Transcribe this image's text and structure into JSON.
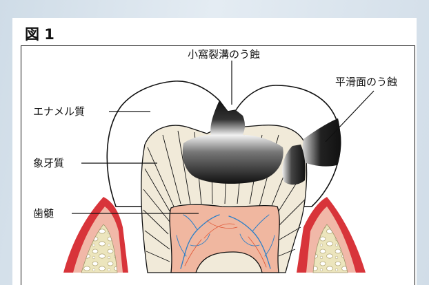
{
  "figure": {
    "title": "図 1"
  },
  "labels": {
    "pit_fissure_caries": "小窩裂溝のう蝕",
    "smooth_surface_caries": "平滑面のう蝕",
    "enamel": "エナメル質",
    "dentin": "象牙質",
    "pulp": "歯髄"
  },
  "colors": {
    "enamel": "#ffffff",
    "dentin": "#f1ead9",
    "pulp": "#f0b7a0",
    "gum": "#d8343a",
    "gum_inner": "#f1b8a8",
    "bone": "#ece5bd",
    "caries": "#1a1a1a",
    "vessels": "#2a7fc8"
  }
}
